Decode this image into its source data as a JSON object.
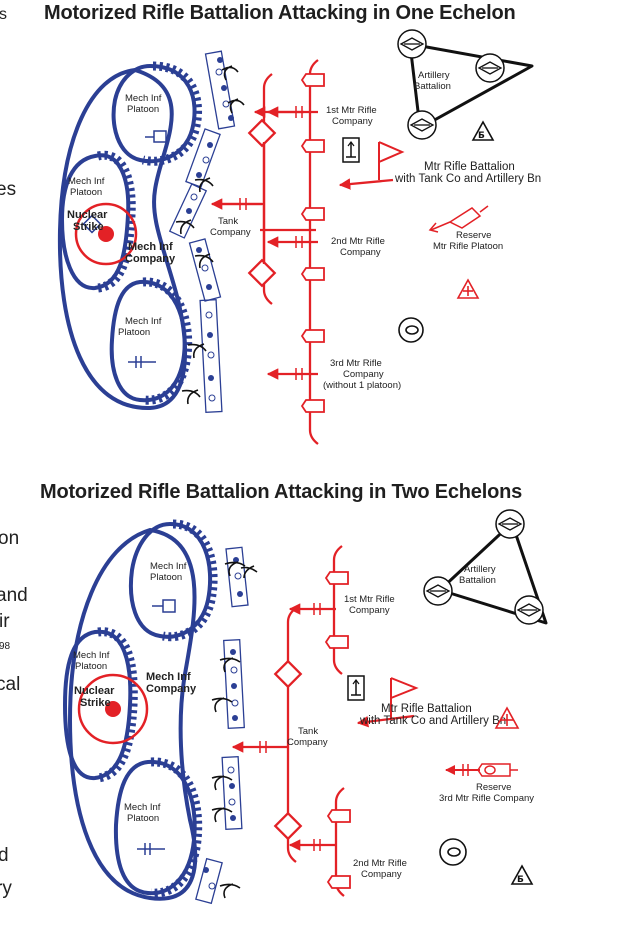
{
  "edge_fragments": [
    "s",
    "es",
    "on",
    "and",
    "ir",
    "98",
    "cal",
    "d",
    "ry"
  ],
  "diagram1": {
    "title": "Motorized Rifle Battalion Attacking in One Echelon",
    "platoon_top": [
      "Mech Inf",
      "Platoon"
    ],
    "platoon_mid": [
      "Mech Inf",
      "Platoon"
    ],
    "platoon_bot": [
      "Mech Inf",
      "Platoon"
    ],
    "nuclear": [
      "Nuclear",
      "Strike"
    ],
    "company": [
      "Mech Inf",
      "Company"
    ],
    "tank": [
      "Tank",
      "Company"
    ],
    "co1": [
      "1st Mtr Rifle",
      "Company"
    ],
    "co2": [
      "2nd Mtr Rifle",
      "Company"
    ],
    "co3": [
      "3rd Mtr Rifle",
      "Company",
      "(without 1 platoon)"
    ],
    "artillery": [
      "Artillery",
      "Battalion"
    ],
    "battalion": [
      "Mtr Rifle Battalion",
      "with Tank Co and Artillery Bn"
    ],
    "reserve": [
      "Reserve",
      "Mtr Rifle Platoon"
    ],
    "symbol_b": "Б"
  },
  "diagram2": {
    "title": "Motorized Rifle Battalion Attacking in Two Echelons",
    "platoon_top": [
      "Mech Inf",
      "Platoon"
    ],
    "platoon_mid": [
      "Mech Inf",
      "Platoon"
    ],
    "platoon_bot": [
      "Mech Inf",
      "Platoon"
    ],
    "nuclear": [
      "Nuclear",
      "Strike"
    ],
    "company": [
      "Mech Inf",
      "Company"
    ],
    "tank": [
      "Tank",
      "Company"
    ],
    "co1": [
      "1st Mtr Rifle",
      "Company"
    ],
    "co2": [
      "2nd Mtr Rifle",
      "Company"
    ],
    "artillery": [
      "Artillery",
      "Battalion"
    ],
    "battalion": [
      "Mtr Rifle Battalion",
      "with Tank Co and Artillery Bn"
    ],
    "reserve": [
      "Reserve",
      "3rd Mtr Rifle Company"
    ],
    "symbol_b": "Б"
  },
  "colors": {
    "blue": "#2b3f94",
    "red": "#e32126",
    "black": "#111111"
  }
}
